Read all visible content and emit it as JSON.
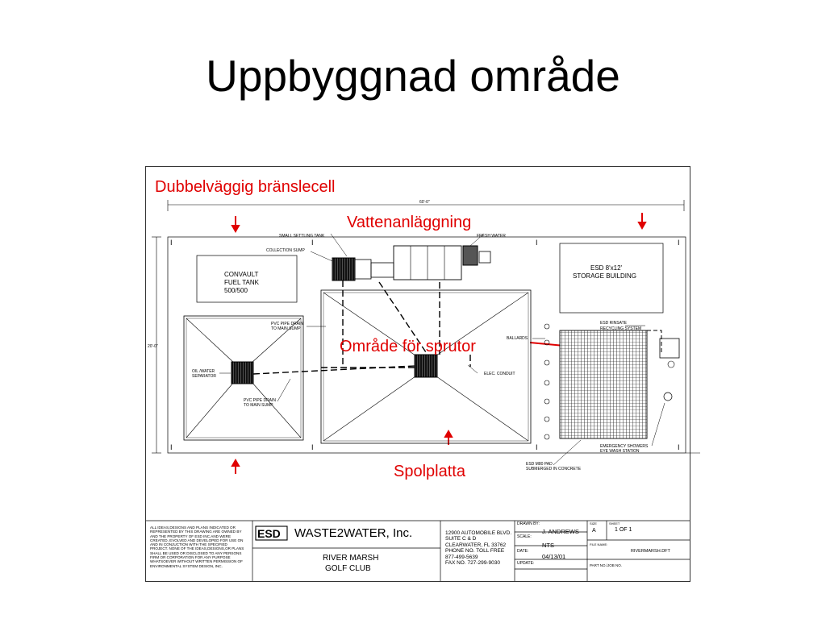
{
  "slide": {
    "title": "Uppbyggnad område"
  },
  "annotations": {
    "double_wall": "Dubbelväggig bränslecell",
    "water": "Vattenanläggning",
    "sprayer_area": "Område för sprutor",
    "wash_pad": "Spolplatta"
  },
  "plan": {
    "dim_width": "60'-0\"",
    "dim_height": "20'-0\"",
    "labels": {
      "small_settling_tank": "SMALL SETTLING TANK",
      "collection_sump": "COLLECTION SUMP",
      "fresh_water": "FRESH WATER",
      "fuel_tank_1": "CONVAULT",
      "fuel_tank_2": "FUEL TANK",
      "fuel_tank_3": "500/500",
      "esd_1": "ESD 8'x12'",
      "esd_2": "STORAGE BUILDING",
      "pvc_upper_1": "PVC PIPE DRAIN",
      "pvc_upper_2": "TO MAIN SUMP",
      "bollards": "BALLARDS",
      "oil_water_1": "OIL /WATER",
      "oil_water_2": "SEPARATOR",
      "elec_conduit": "ELEC. CONDUIT",
      "pvc_lower_1": "PVC PIPE DRAIN",
      "pvc_lower_2": "TO MAIN SUMP",
      "esd_rinsate_1": "ESD RINSATE",
      "esd_rinsate_2": "RECYCLING SYSTEM",
      "emergency_1": "EMERGENCY SHOWERS",
      "emergency_2": "EYE WASH STATION",
      "pad_1": "ESD M80 PAD",
      "pad_2": "SUBMERGED IN CONCRETE"
    }
  },
  "title_block": {
    "disclaimer": [
      "ALL IDEAS,DESIGNS AND PLANS INDICATED   OR",
      "REPRESENTED BY THIS DRAWING ARE OWNED BY",
      "AND THE PROPERTY OF ESD INC.AND WERE",
      "CREATED, EVOLVED AND DEVELOPED FOR USE ON",
      "AND IN CONJUCTION WITH THE SPECIFIED",
      "PROJECT. NONE OF THE IDEAS,DESIGNS,OR PLANS",
      "SHALL BE USED OR DISCLOSED  TO ANY PERSONS",
      "FIRM OR CORPORATION FOR ANY PURPOSE",
      "WHATSOEVER WITHOUT WRITTEN PERMISSION OF",
      "ENVIRONMENTAL SYSTEM DESIGN, INC."
    ],
    "logo_esd": "ESD",
    "company": "WASTE2WATER, Inc.",
    "project_1": "RIVER MARSH",
    "project_2": "GOLF CLUB",
    "address": [
      "12900 AUTOMOBILE BLVD.",
      "SUITE C & D",
      "CLEARWATER, FL  33762",
      "PHONE NO. TOLL FREE",
      " 877-499-5639",
      "FAX NO. 727-299-9030"
    ],
    "drawn_by_label": "DRAWN BY:",
    "drawn_by": "J. ANDREWS",
    "scale_label": "SCALE:",
    "scale": "NTS",
    "date_label": "DATE:",
    "date": "04/13/01",
    "update_label": "UPDATE:",
    "size_label": "SIZE",
    "size": "A",
    "sheet_label": "SHEET",
    "sheet": "1 OF 1",
    "file_label": "FILE NAME:",
    "file": "RIVERMARSH.DFT",
    "part_label": "PART NO./JOB NO."
  }
}
